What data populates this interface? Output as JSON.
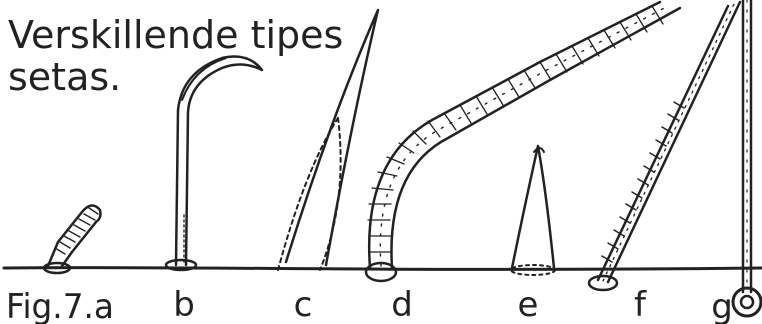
{
  "title_line1": "Verskillende tipes",
  "title_line2": "setas.",
  "figure_label": "Fig.7.a",
  "labels": [
    "b",
    "c",
    "d",
    "e",
    "f",
    "g"
  ]
}
